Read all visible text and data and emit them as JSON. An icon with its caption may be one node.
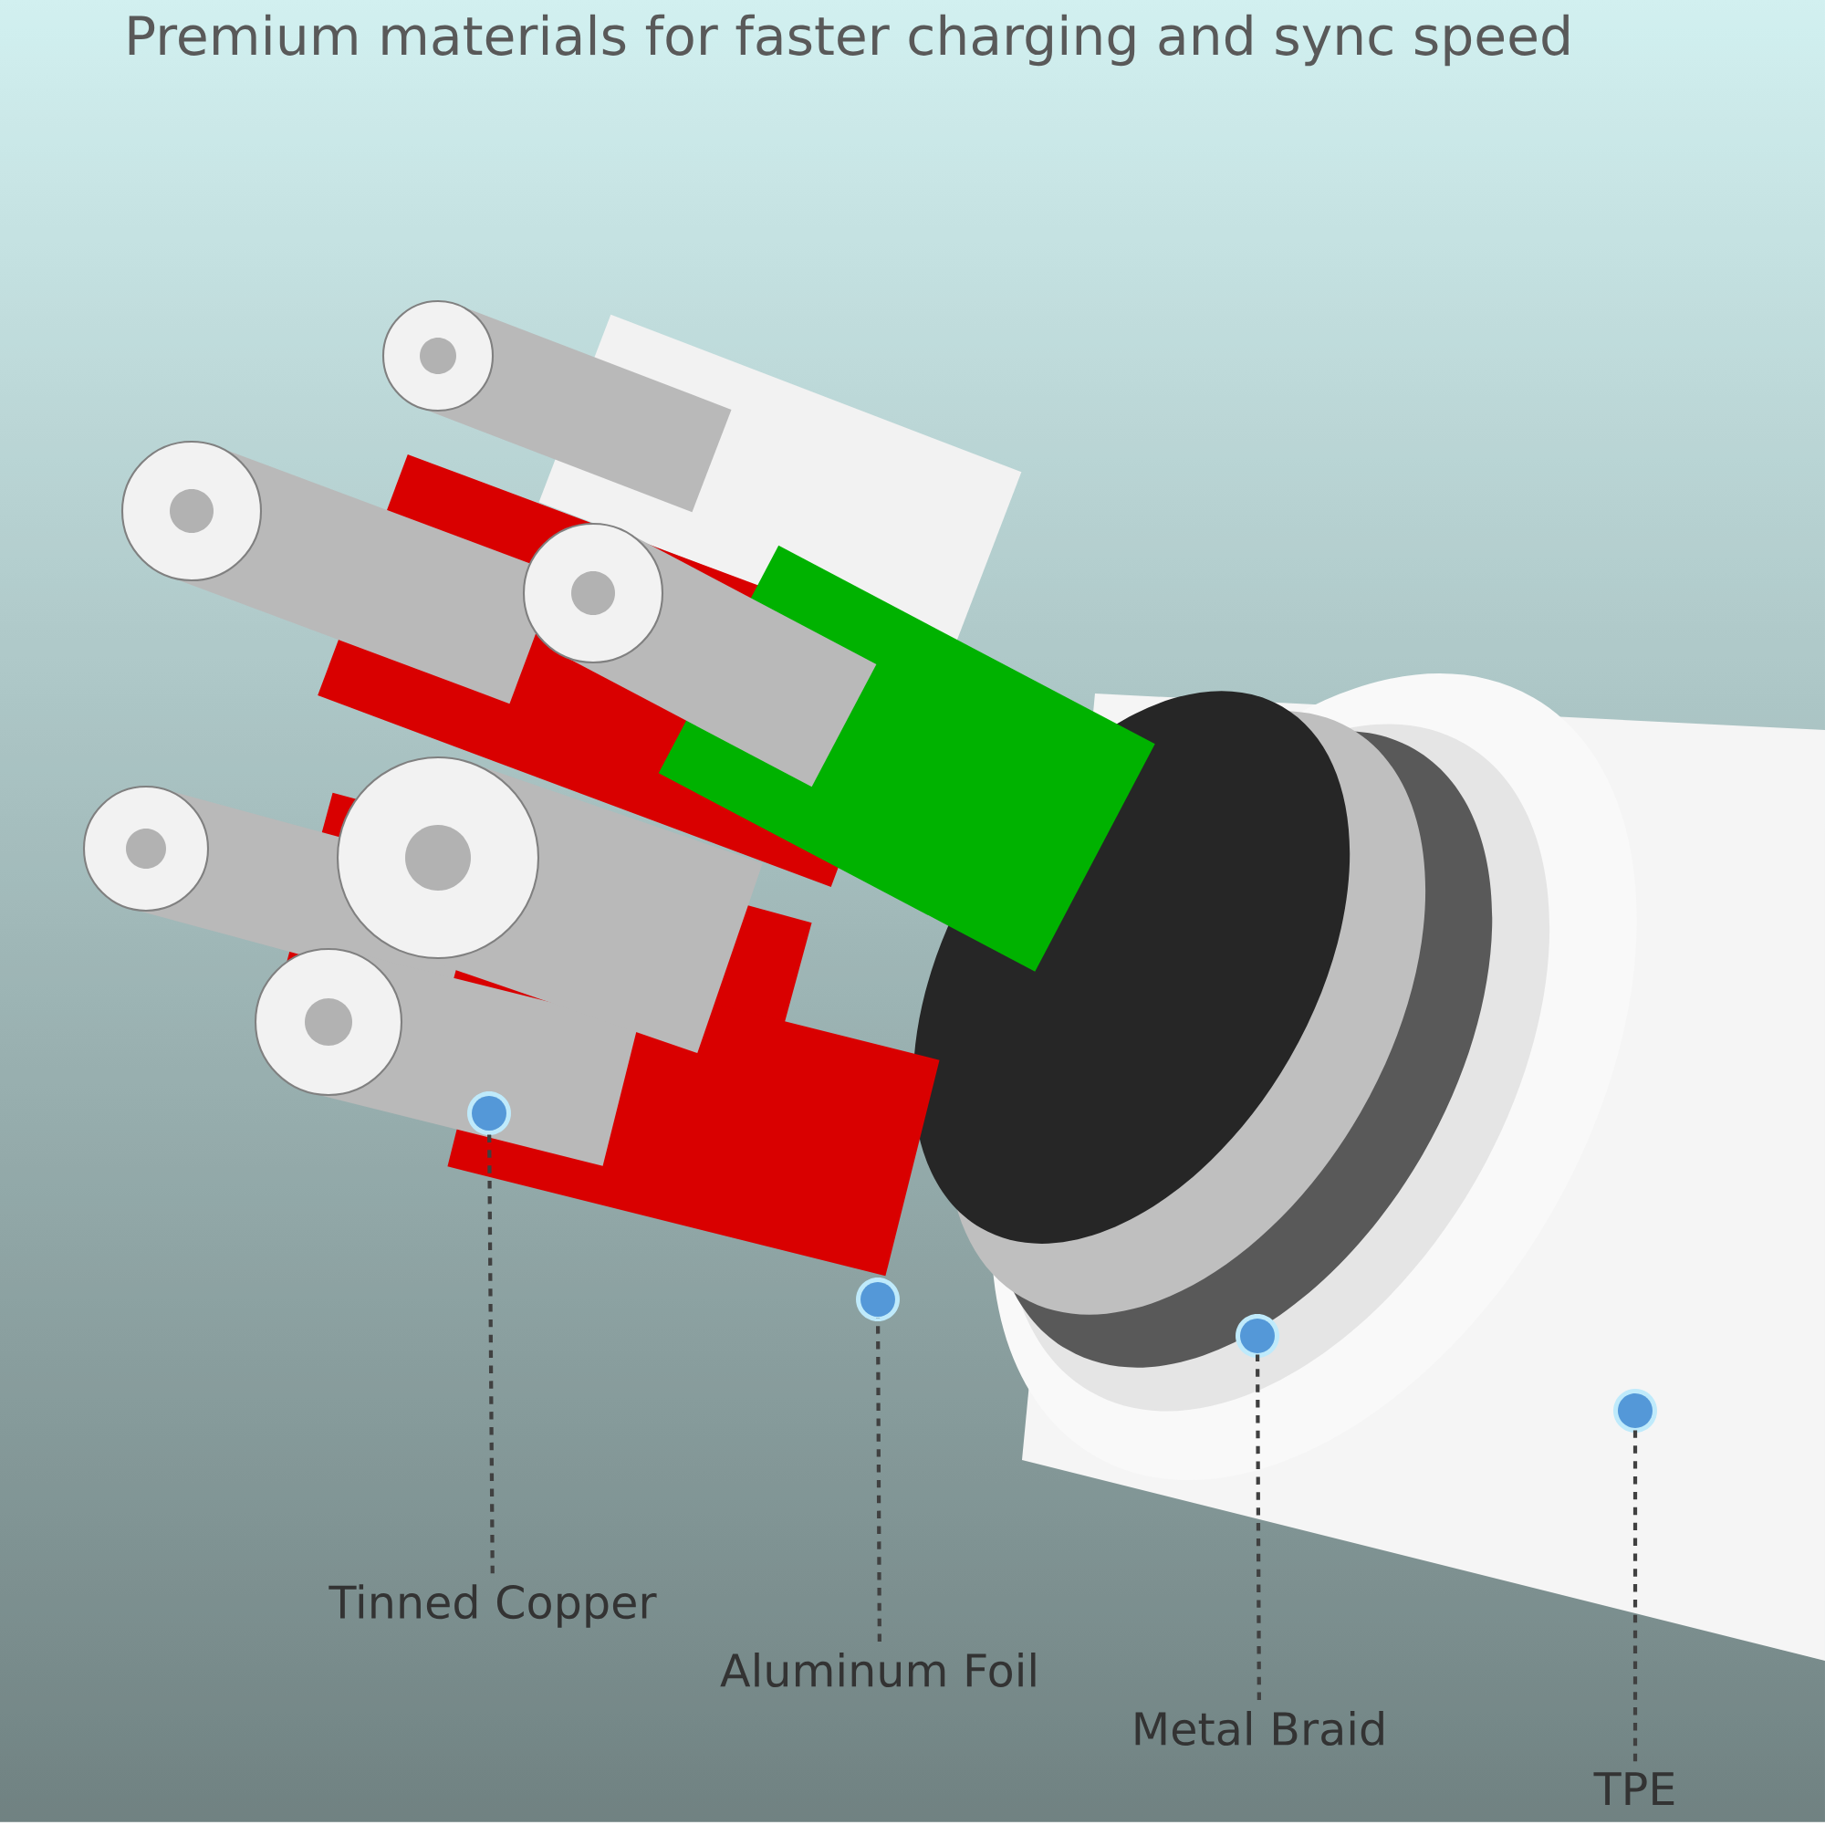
{
  "diagram": {
    "title": "Premium materials for faster charging and sync speed",
    "nodes": [
      {
        "text": [
          "Tinned Copper"
        ]
      },
      {
        "text": [
          "Aluminum Foil"
        ]
      },
      {
        "text": [
          "Metal Braid"
        ]
      },
      {
        "text": [
          "TPE"
        ]
      },
      {
        "text": [],
        "shape": "circle"
      },
      {
        "text": [],
        "shape": "circle"
      },
      {
        "text": [],
        "shape": "circle"
      },
      {
        "text": [],
        "shape": "circle"
      }
    ],
    "edges": [
      {
        "from": 0,
        "to": 4,
        "arrow": "none",
        "style": "dashed"
      },
      {
        "from": 1,
        "to": 5,
        "arrow": "none",
        "style": "dashed"
      },
      {
        "from": 2,
        "to": 6,
        "arrow": "none",
        "style": "dashed"
      },
      {
        "from": 3,
        "to": 7,
        "arrow": "none",
        "style": "dashed"
      }
    ]
  }
}
